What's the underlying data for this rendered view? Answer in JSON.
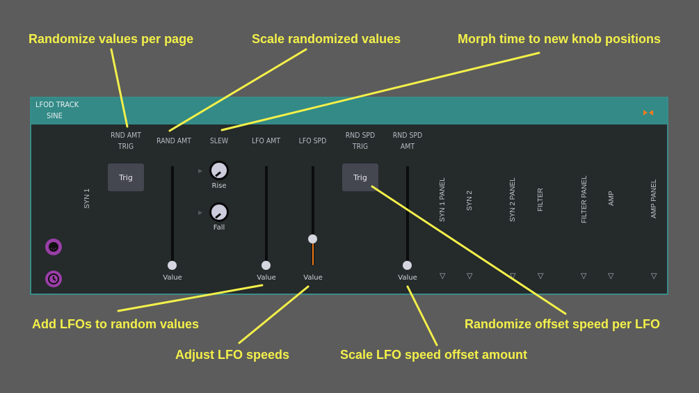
{
  "callouts": {
    "top_left": "Randomize values per page",
    "top_mid": "Scale randomized values",
    "top_right": "Morph time to new knob positions",
    "bottom_left": "Add LFOs to random values",
    "bottom_mid": "Adjust LFO speeds",
    "bottom_mid2": "Scale LFO speed offset amount",
    "bottom_right": "Randomize offset speed per LFO"
  },
  "colors": {
    "callout": "#f3f04a",
    "header": "#338a87",
    "panel_bg": "#252a2b",
    "accent_orange": "#f07c1a",
    "icon_purple": "#9a3ea8"
  },
  "panel": {
    "title_line1": "LFOD TRACK",
    "title_line2": "SINE",
    "header_icon": "bowtie-icon",
    "track_label": "SYN 1",
    "columns": {
      "rnd_amt_trig": {
        "label1": "RND AMT",
        "label2": "TRIG",
        "button": "Trig"
      },
      "rand_amt": {
        "label": "RAND AMT",
        "value_label": "Value",
        "value": 0.0
      },
      "slew": {
        "label": "SLEW",
        "rise_label": "Rise",
        "fall_label": "Fall"
      },
      "lfo_amt": {
        "label": "LFO AMT",
        "value_label": "Value",
        "value": 0.0
      },
      "lfo_spd": {
        "label": "LFO SPD",
        "value_label": "Value",
        "value": 0.27
      },
      "rnd_spd_trig": {
        "label1": "RND SPD",
        "label2": "TRIG",
        "button": "Trig"
      },
      "rnd_spd_amt": {
        "label1": "RND SPD",
        "label2": "AMT",
        "value_label": "Value",
        "value": 0.0
      }
    },
    "routes": [
      {
        "label": "SYN 1 PANEL",
        "icon": "▽"
      },
      {
        "label": "SYN 2",
        "icon": "▽"
      },
      {
        "label": "SYN 2 PANEL",
        "icon": "▽"
      },
      {
        "label": "FILTER",
        "icon": "▽"
      },
      {
        "label": "FILTER PANEL",
        "icon": "▽"
      },
      {
        "label": "AMP",
        "icon": "▽"
      },
      {
        "label": "AMP PANEL",
        "icon": "▽"
      }
    ],
    "side_icons": [
      "midi-icon",
      "clock-icon"
    ]
  }
}
